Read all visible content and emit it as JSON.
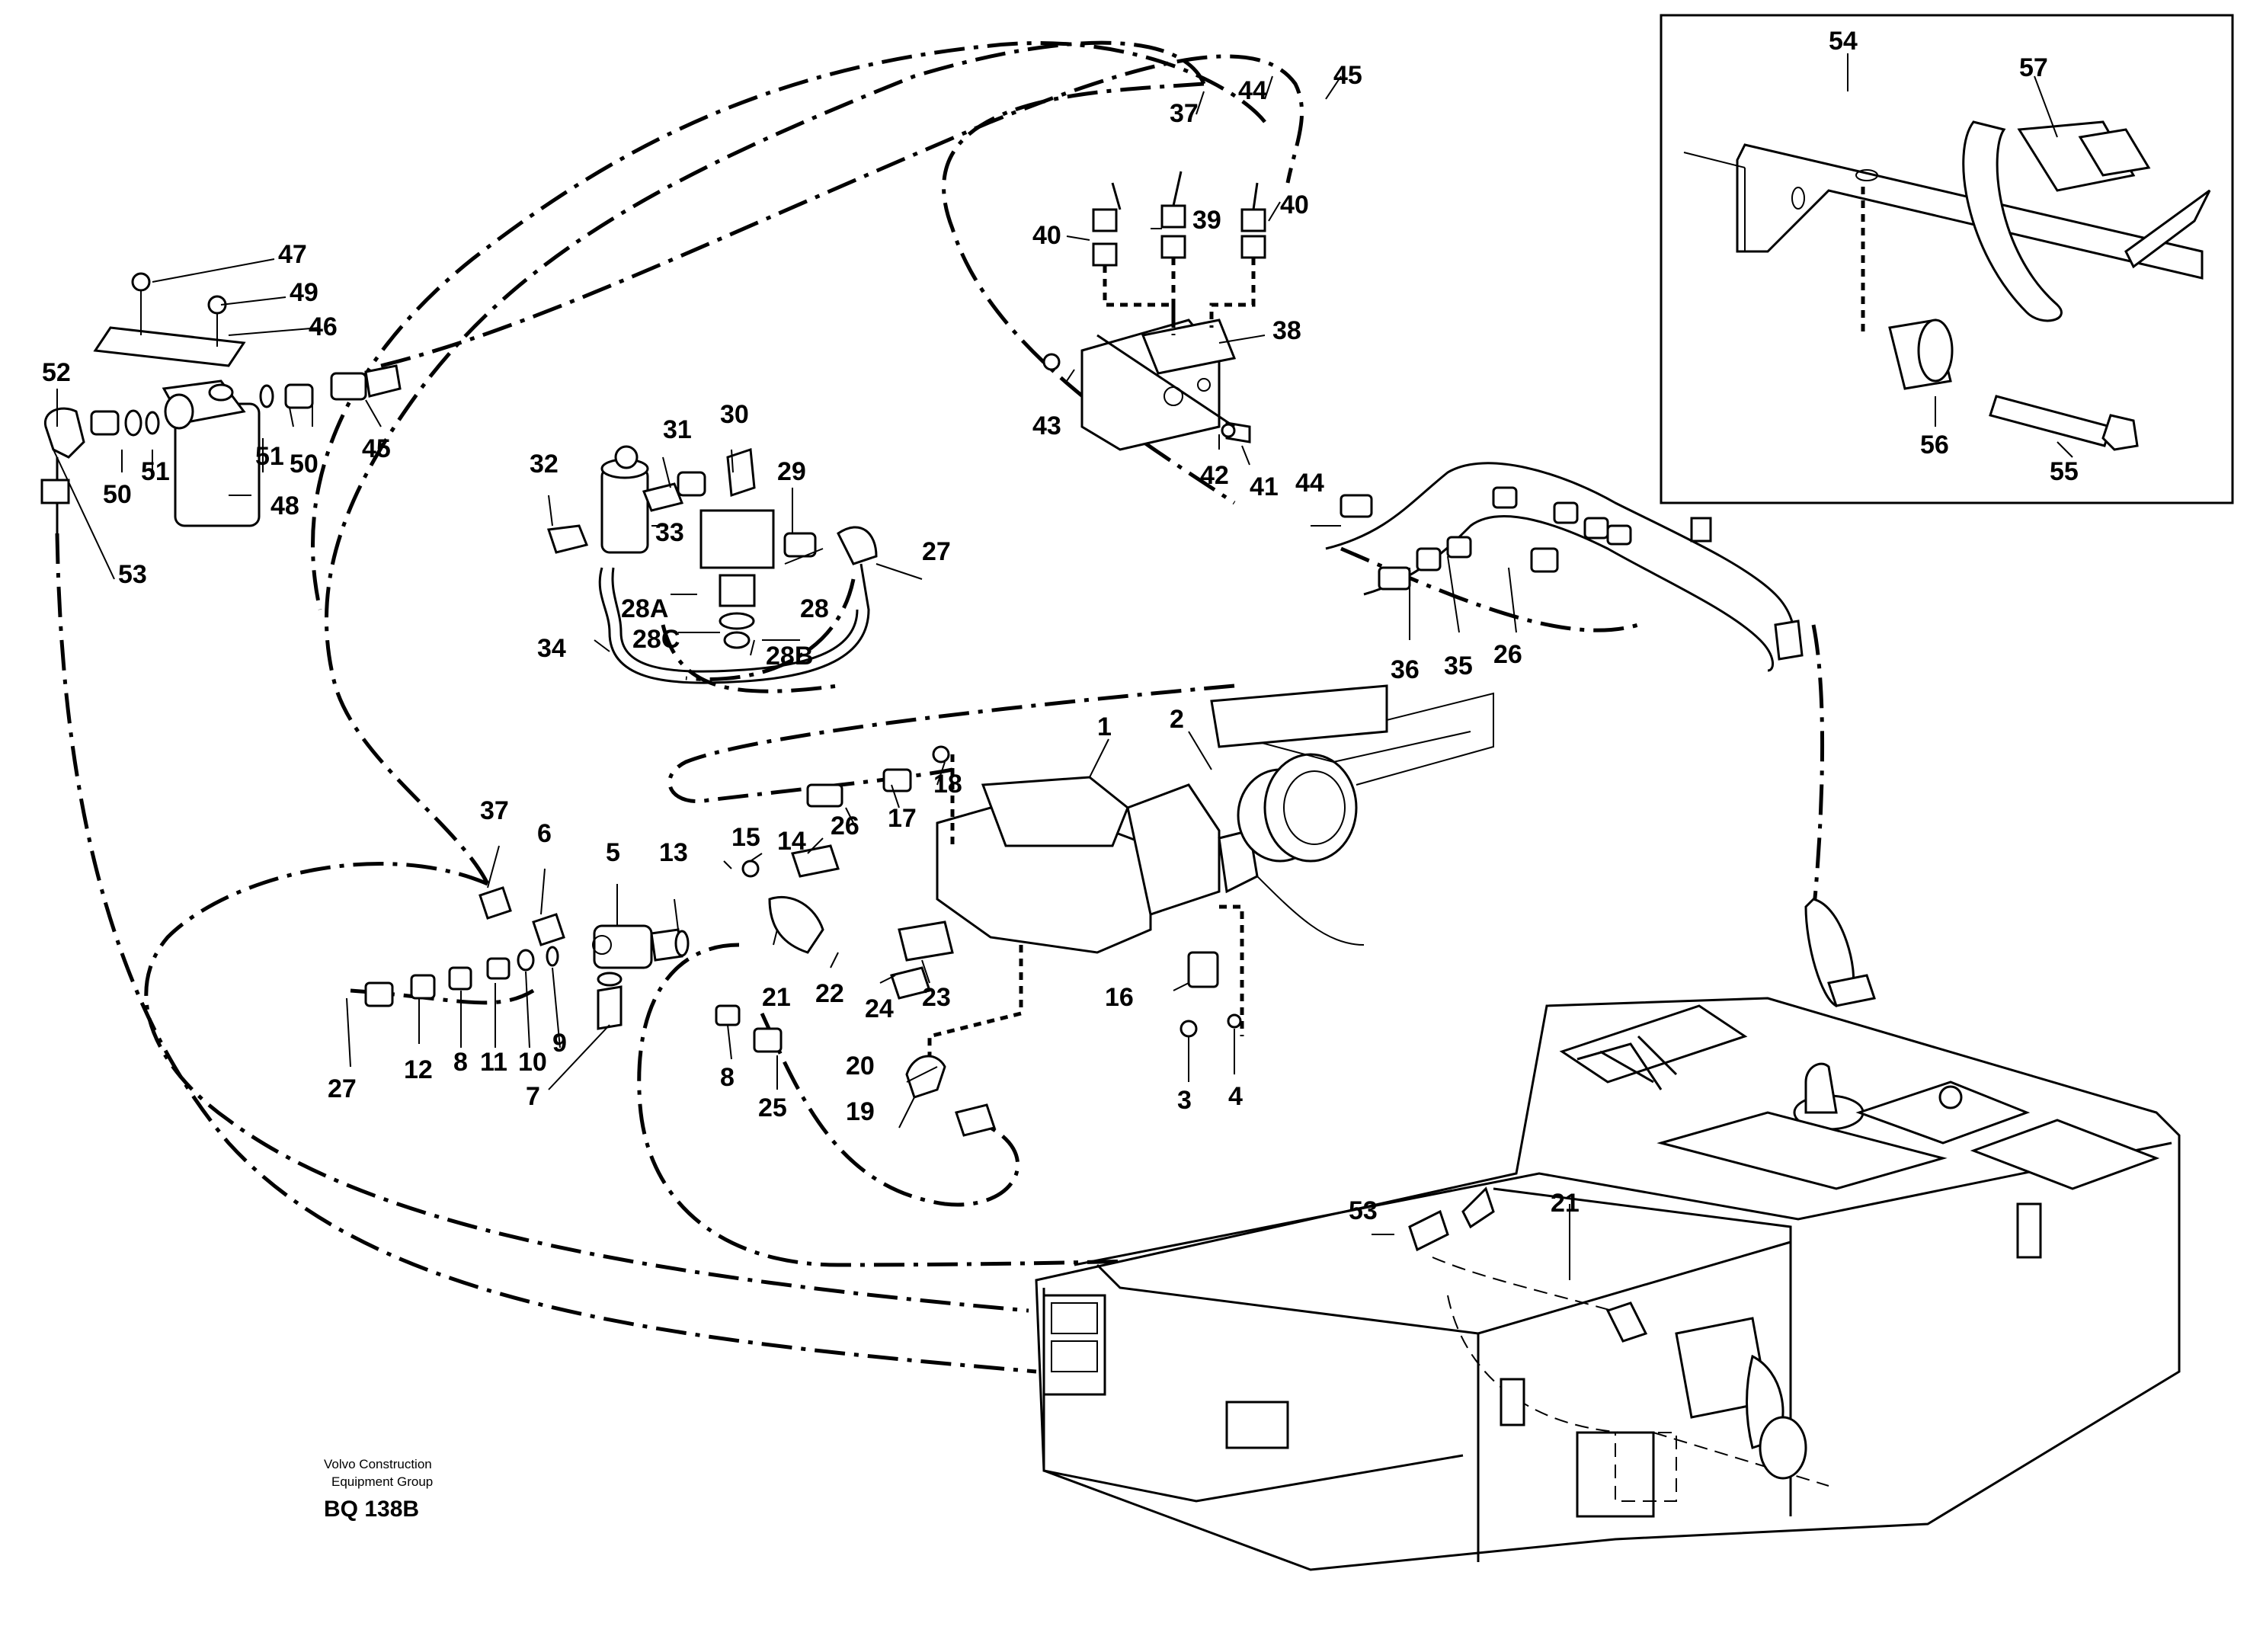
{
  "labels": {
    "p1": "1",
    "p2": "2",
    "p3": "3",
    "p4": "4",
    "p5": "5",
    "p6": "6",
    "p7": "7",
    "p8a": "8",
    "p8b": "8",
    "p9": "9",
    "p10": "10",
    "p11": "11",
    "p12": "12",
    "p13": "13",
    "p14": "14",
    "p15": "15",
    "p16": "16",
    "p17": "17",
    "p18": "18",
    "p19": "19",
    "p20": "20",
    "p21a": "21",
    "p21b": "21",
    "p22": "22",
    "p23": "23",
    "p24": "24",
    "p25": "25",
    "p26a": "26",
    "p26b": "26",
    "p27a": "27",
    "p27b": "27",
    "p28": "28",
    "p28A": "28A",
    "p28B": "28B",
    "p28C": "28C",
    "p29": "29",
    "p30": "30",
    "p31": "31",
    "p32": "32",
    "p33": "33",
    "p34": "34",
    "p35": "35",
    "p36": "36",
    "p37a": "37",
    "p37b": "37",
    "p38": "38",
    "p39": "39",
    "p40a": "40",
    "p40b": "40",
    "p41": "41",
    "p42": "42",
    "p43": "43",
    "p44a": "44",
    "p44b": "44",
    "p45a": "45",
    "p45b": "45",
    "p46": "46",
    "p47": "47",
    "p48": "48",
    "p49": "49",
    "p50a": "50",
    "p50b": "50",
    "p51a": "51",
    "p51b": "51",
    "p52": "52",
    "p53a": "53",
    "p53b": "53",
    "p54": "54",
    "p55": "55",
    "p56": "56",
    "p57": "57"
  },
  "caption": {
    "line1": "Volvo Construction",
    "line2": "Equipment Group",
    "code": "BQ 138B"
  }
}
